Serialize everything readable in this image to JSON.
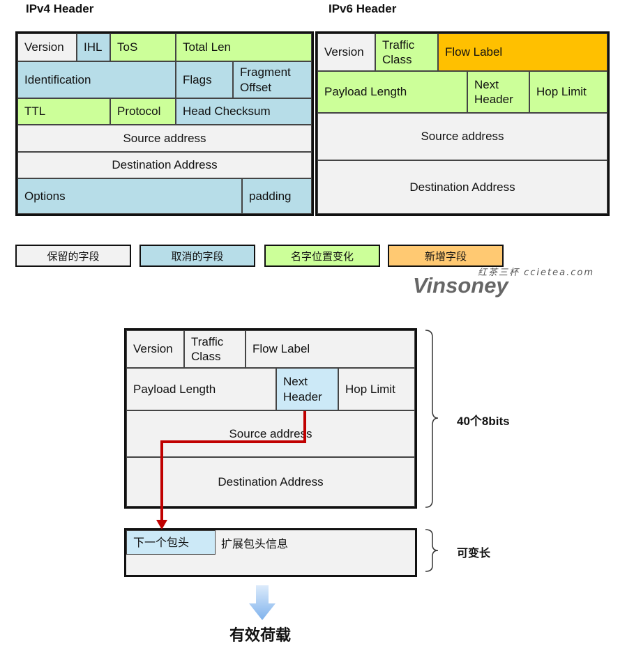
{
  "ipv4": {
    "title": "IPv4 Header",
    "version": "Version",
    "ihl": "IHL",
    "tos": "ToS",
    "total_len": "Total Len",
    "identification": "Identification",
    "flags": "Flags",
    "fragment_offset": "Fragment Offset",
    "ttl": "TTL",
    "protocol": "Protocol",
    "head_checksum": "Head Checksum",
    "source": "Source address",
    "destination": "Destination Address",
    "options": "Options",
    "padding": "padding"
  },
  "ipv6": {
    "title": "IPv6 Header",
    "version": "Version",
    "traffic_class": "Traffic Class",
    "flow_label": "Flow Label",
    "payload_length": "Payload Length",
    "next_header": "Next Header",
    "hop_limit": "Hop Limit",
    "source": "Source address",
    "destination": "Destination Address"
  },
  "legend": {
    "kept": "保留的字段",
    "removed": "取消的字段",
    "renamed": "名字位置变化",
    "added": "新增字段"
  },
  "watermark": {
    "site": "红茶三杯 ccietea.com",
    "brand": "Vinsoney"
  },
  "lower": {
    "version": "Version",
    "traffic_class": "Traffic Class",
    "flow_label": "Flow Label",
    "payload_length": "Payload Length",
    "next_header": "Next Header",
    "hop_limit": "Hop Limit",
    "source": "Source address",
    "destination": "Destination Address",
    "size_label": "40个8bits",
    "ext_next": "下一个包头",
    "ext_info": "扩展包头信息",
    "ext_size": "可变长",
    "payload": "有效荷载"
  },
  "colors": {
    "kept": "#f2f2f2",
    "removed": "#b7dde8",
    "renamed": "#ccff99",
    "added": "#ffc000",
    "arrow": "#c00000",
    "down_arrow": "#9cc3f0"
  }
}
